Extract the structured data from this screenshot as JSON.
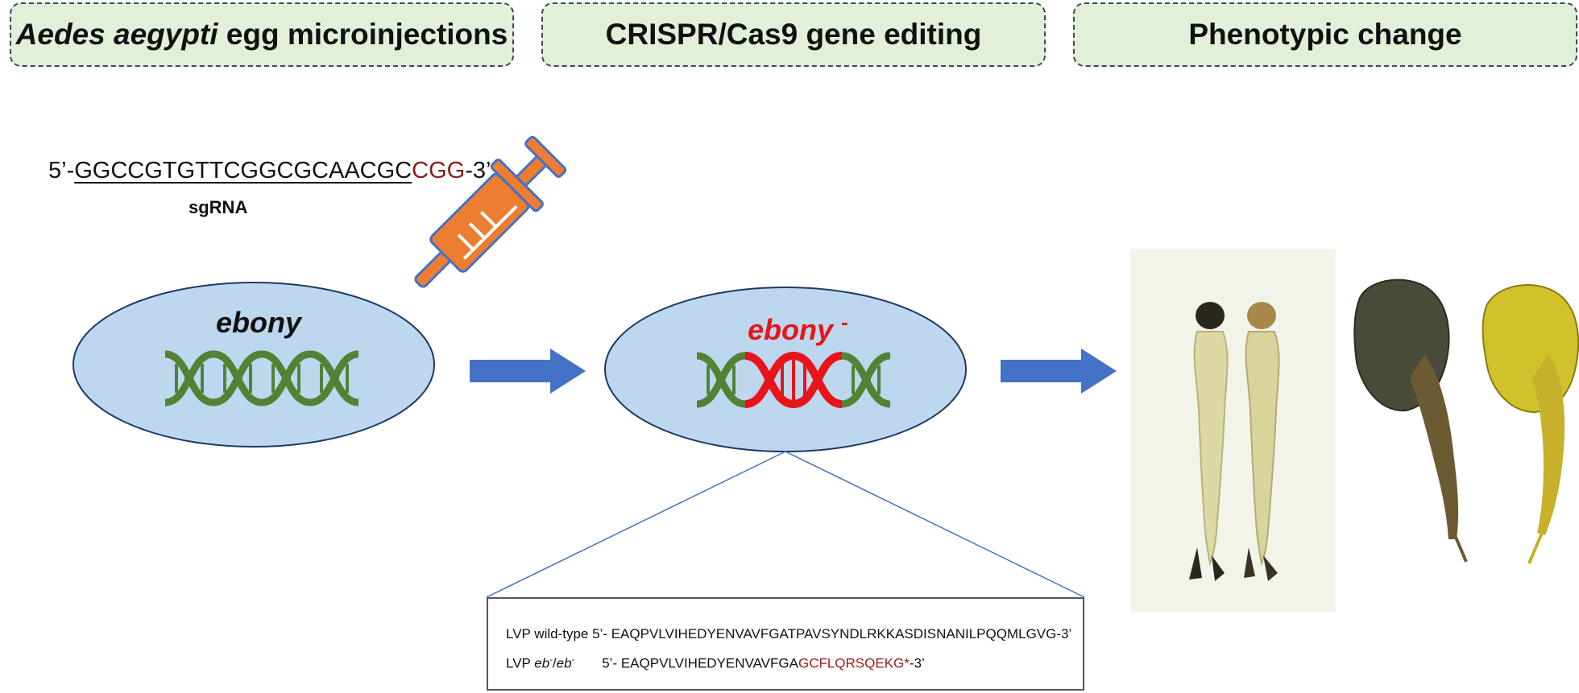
{
  "headers": {
    "step1_italic": "Aedes aegypti",
    "step1_rest": " egg microinjections",
    "step2": "CRISPR/Cas9 gene editing",
    "step3": "Phenotypic change"
  },
  "sgrna": {
    "prefix": "5’-",
    "target": "GGCCGTGTTCGGCGCAACGC",
    "pam": "CGG",
    "suffix": "-3’",
    "label": "sgRNA"
  },
  "ellipses": {
    "wild_label": "ebony",
    "mutant_label": "ebony",
    "mutant_superscript": "-"
  },
  "sequence_box": {
    "row1_label": "LVP wild-type 5’- ",
    "row1_seq": "EAQPVLVIHEDYENVAVFGATPAVSYNDLRKKASDISNANILPQQMLGVG-3’",
    "row2_prefix": "LVP ",
    "row2_gen_a": "eb",
    "row2_sup_a": "-",
    "row2_slash": "/",
    "row2_gen_b": "eb",
    "row2_sup_b": "-",
    "row2_seq_start": "5’- EAQPVLVIHEDYENVAVFGA",
    "row2_seq_mut": "GCFLQRSQEKG*",
    "row2_seq_end": "-3’"
  },
  "colors": {
    "header_bg": "#e2efd9",
    "ellipse_fill": "#bdd7ee",
    "dna": "#548235",
    "mutation": "#e8141a",
    "arrow": "#4472c4",
    "syringe": "#ed7d31",
    "pam": "#8b1a1a"
  },
  "icons": [
    "syringe-icon",
    "dna-helix-icon",
    "arrow-right-icon"
  ]
}
